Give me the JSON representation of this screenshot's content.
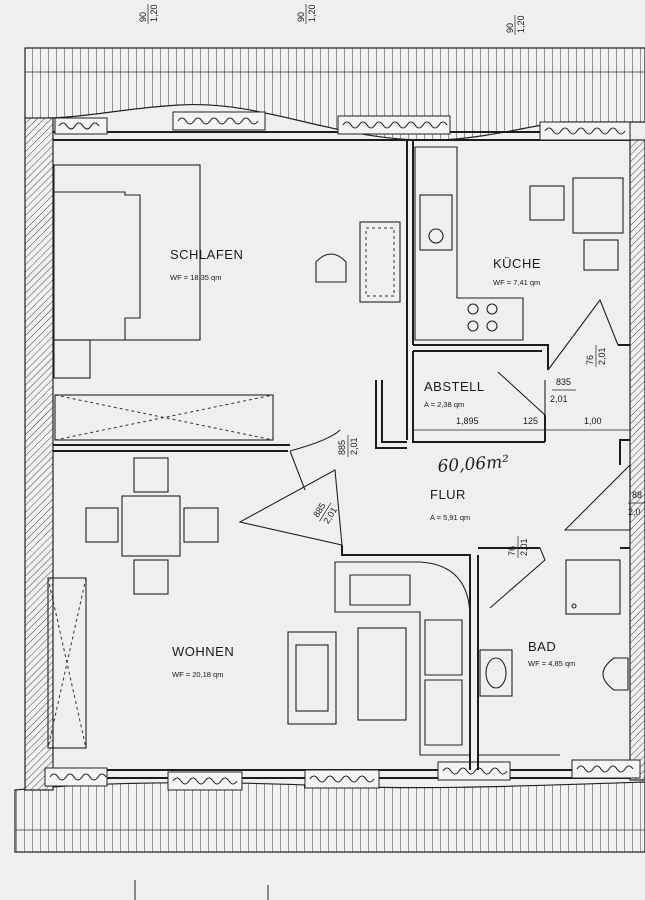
{
  "rooms": {
    "schlafen": {
      "name": "SCHLAFEN",
      "area": "WF = 18,35 qm"
    },
    "kueche": {
      "name": "KÜCHE",
      "area": "WF = 7,41 qm"
    },
    "abstell": {
      "name": "ABSTELL",
      "area": "A = 2,38 qm"
    },
    "flur": {
      "name": "FLUR",
      "area": "A = 5,91 qm"
    },
    "wohnen": {
      "name": "WOHNEN",
      "area": "WF = 20,18 qm"
    },
    "bad": {
      "name": "BAD",
      "area": "WF = 4,85 qm"
    }
  },
  "handwritten_total": "60,06m²",
  "dimensions": {
    "top_1_a": "90",
    "top_1_b": "1,20",
    "top_2_a": "90",
    "top_2_b": "1,20",
    "top_3_a": "90",
    "top_3_b": "1,20",
    "door_schlafen_a": "885",
    "door_schlafen_b": "2,01",
    "door_wohnen_a": "885",
    "door_wohnen_b": "2,01",
    "door_kueche_a": "76",
    "door_kueche_b": "2,01",
    "door_abstell_a": "835",
    "door_abstell_b": "2,01",
    "door_bad_a": "76",
    "door_bad_b": "2,01",
    "door_right_a": "88",
    "door_right_b": "2,0",
    "abstell_w": "1,895",
    "abstell_d": "125",
    "flur_w": "1,00"
  }
}
